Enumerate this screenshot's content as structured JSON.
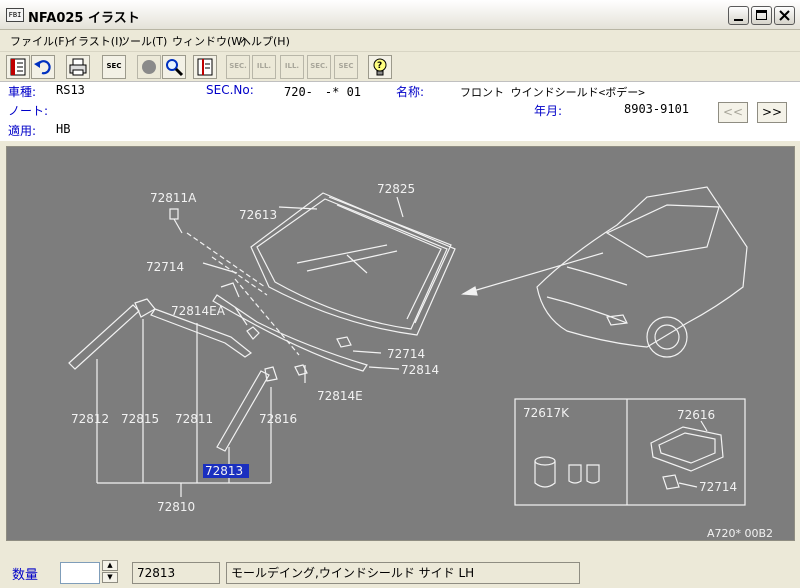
{
  "window": {
    "title": "NFA025 イラスト",
    "icon_text": "FBI"
  },
  "menu": [
    {
      "label": "ファイル(F)"
    },
    {
      "label": "イラスト(I)"
    },
    {
      "label": "ツール(T)"
    },
    {
      "label": "ウィンドウ(W)"
    },
    {
      "label": "ヘルプ(H)"
    }
  ],
  "toolbar": [
    {
      "icon": "book-icon",
      "enabled": true
    },
    {
      "icon": "undo-arrow-icon",
      "enabled": true
    },
    {
      "icon": "printer-icon",
      "enabled": true
    },
    {
      "icon": "sec-icon",
      "label": "SEC",
      "enabled": true
    },
    {
      "icon": "circle-icon",
      "enabled": false
    },
    {
      "icon": "magnifier-icon",
      "enabled": true
    },
    {
      "icon": "catalog-icon",
      "enabled": true
    },
    {
      "icon": "sec-prev-icon",
      "label": "SEC.",
      "enabled": false
    },
    {
      "icon": "ill-prev-icon",
      "label": "ILL.",
      "enabled": false
    },
    {
      "icon": "ill-next-icon",
      "label": "ILL.",
      "enabled": false
    },
    {
      "icon": "sec-next-icon",
      "label": "SEC.",
      "enabled": false
    },
    {
      "icon": "sec-query-icon",
      "label": "SEC",
      "enabled": false
    },
    {
      "icon": "help-bulb-icon",
      "enabled": true
    }
  ],
  "info": {
    "model_label": "車種:",
    "model_value": "RS13",
    "sec_label": "SEC.No:",
    "sec_value": "720-　-* 01",
    "name_label": "名称:",
    "name_value": "フロント ウインドシールド<ボデー>",
    "note_label": "ノート:",
    "date_label": "年月:",
    "date_value": "8903-9101",
    "apply_label": "適用:",
    "apply_value": "HB",
    "prev_label": "<<",
    "next_label": ">>"
  },
  "illustration": {
    "parts": [
      {
        "code": "72811A"
      },
      {
        "code": "72613"
      },
      {
        "code": "72825"
      },
      {
        "code": "72714"
      },
      {
        "code": "72814EA"
      },
      {
        "code": "72714"
      },
      {
        "code": "72814"
      },
      {
        "code": "72814E"
      },
      {
        "code": "72812"
      },
      {
        "code": "72815"
      },
      {
        "code": "72811"
      },
      {
        "code": "72816"
      },
      {
        "code": "72813",
        "selected": true
      },
      {
        "code": "72810"
      },
      {
        "code": "72617K"
      },
      {
        "code": "72616"
      },
      {
        "code": "72714"
      }
    ],
    "drawing_code": "A720* 00B2",
    "colors": {
      "background": "#7d7d7d",
      "line": "#f2f2f2",
      "selection": "#1a2fbf"
    }
  },
  "status": {
    "qty_label": "数量",
    "qty_value": "",
    "part_no": "72813",
    "part_name": "モールデイング,ウインドシールド サイド LH"
  }
}
